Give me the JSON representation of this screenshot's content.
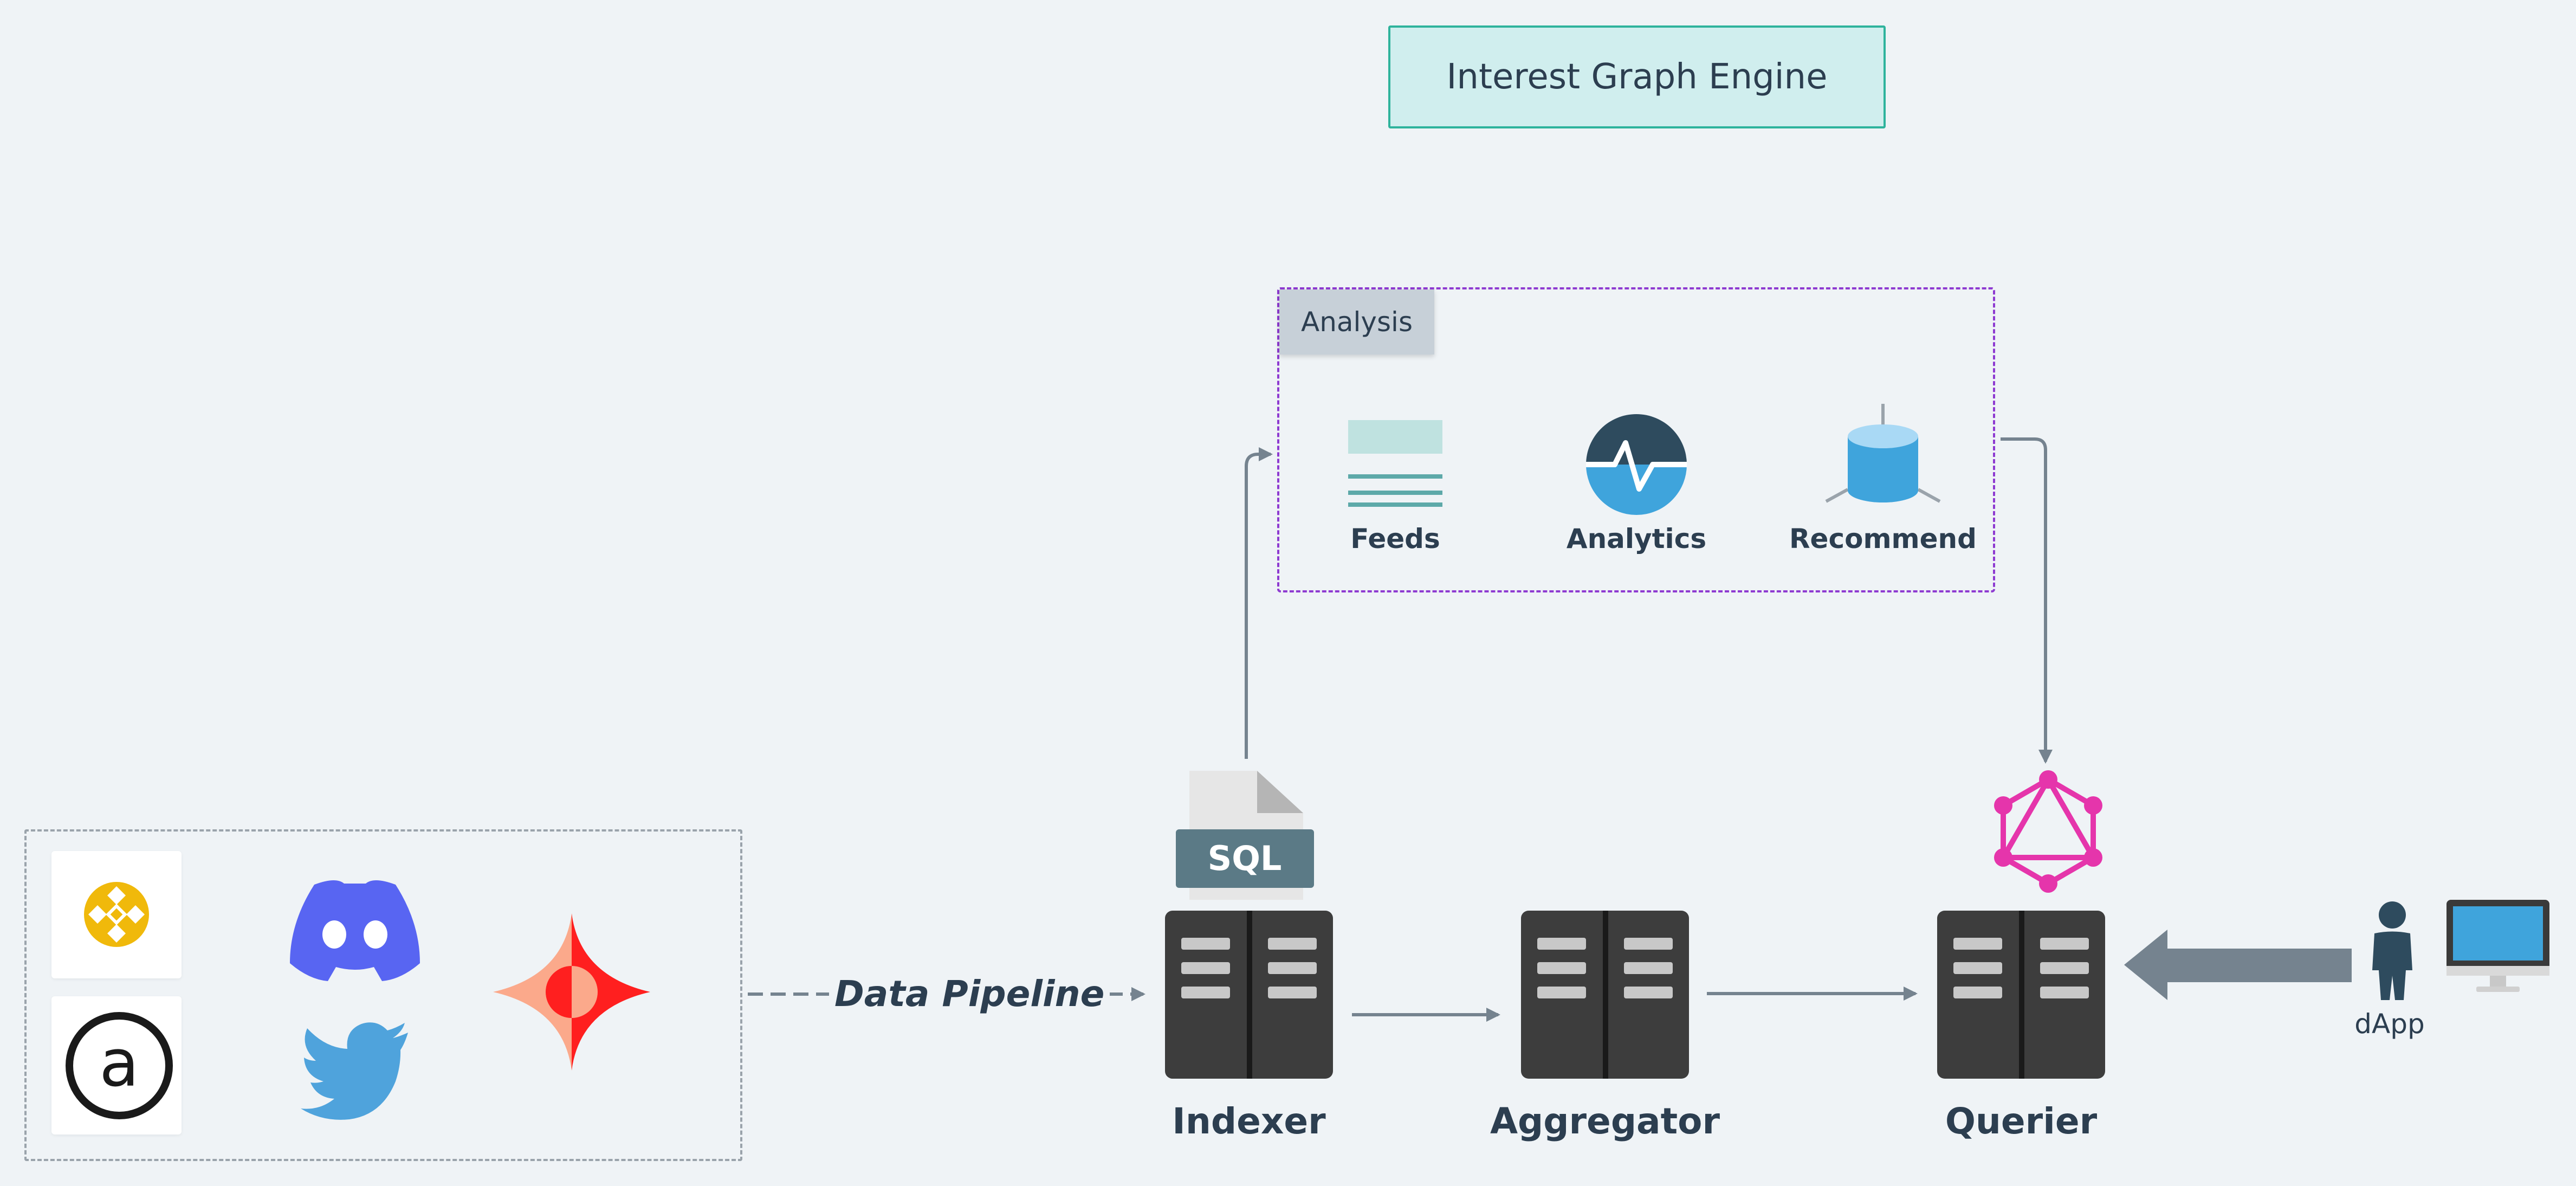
{
  "title": "Interest Graph Engine",
  "analysis": {
    "tag": "Analysis",
    "items": [
      {
        "label": "Feeds",
        "icon": "feeds-icon"
      },
      {
        "label": "Analytics",
        "icon": "analytics-icon"
      },
      {
        "label": "Recommend",
        "icon": "database-icon"
      }
    ]
  },
  "sources": {
    "icons": [
      "binance-icon",
      "arweave-icon",
      "discord-icon",
      "twitter-icon",
      "mirror-star-icon"
    ]
  },
  "pipeline": {
    "label": "Data Pipeline"
  },
  "servers": [
    {
      "label": "Indexer"
    },
    {
      "label": "Aggregator"
    },
    {
      "label": "Querier"
    }
  ],
  "sql_badge": "SQL",
  "dapp": {
    "label": "dApp"
  },
  "colors": {
    "background": "#eff3f6",
    "title_fill": "#d0eeee",
    "title_border": "#2eb39c",
    "analysis_border": "#8e3ad1",
    "server": "#3d3d3d",
    "arrow": "#75838f",
    "graphql": "#e535ab",
    "monitor": "#3fa4dc"
  }
}
